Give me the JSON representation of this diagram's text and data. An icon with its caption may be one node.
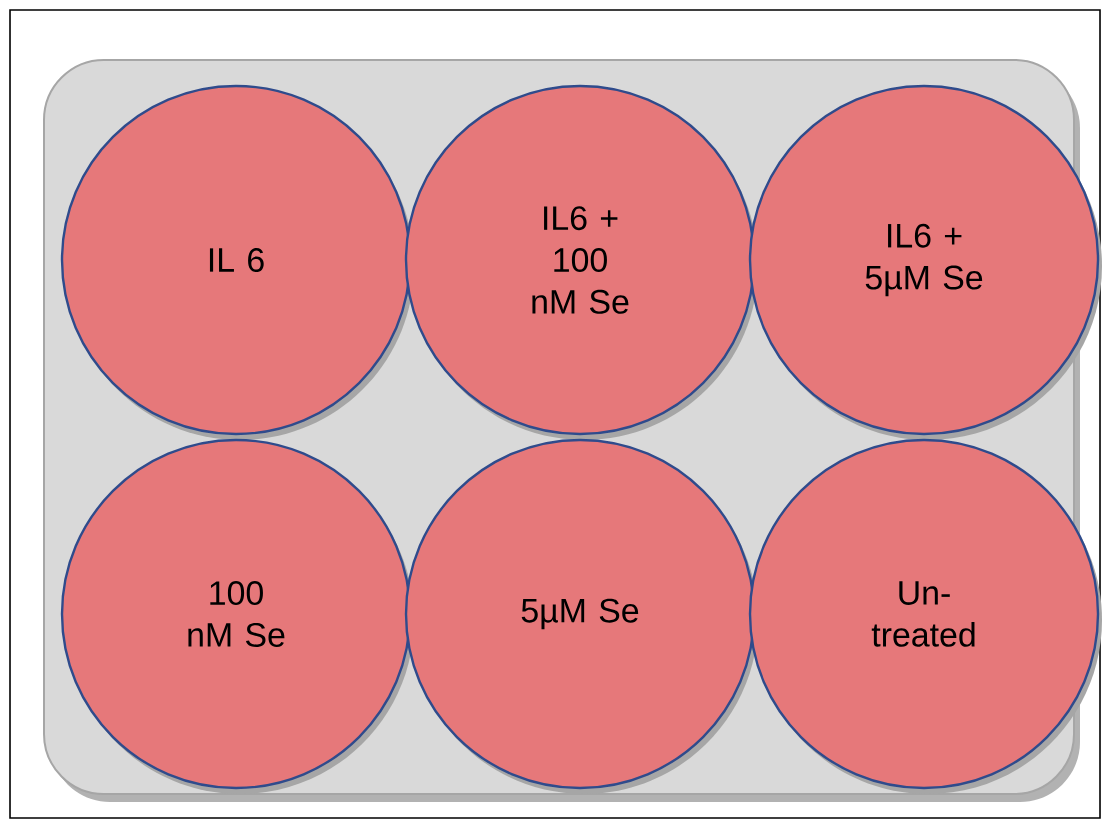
{
  "diagram": {
    "nodes": [
      {
        "text": [],
        "shape": "box"
      },
      {
        "text": [
          "IL 6"
        ],
        "in": 0
      },
      {
        "text": [
          "IL6 + 100 nM Se"
        ],
        "in": 0
      },
      {
        "text": [
          "IL6 + 5µM Se"
        ],
        "in": 0
      },
      {
        "text": [
          "100 nM Se"
        ],
        "in": 0
      },
      {
        "text": [
          "5µM Se"
        ],
        "in": 0
      },
      {
        "text": [
          "Un-treated"
        ],
        "in": 0
      }
    ]
  }
}
